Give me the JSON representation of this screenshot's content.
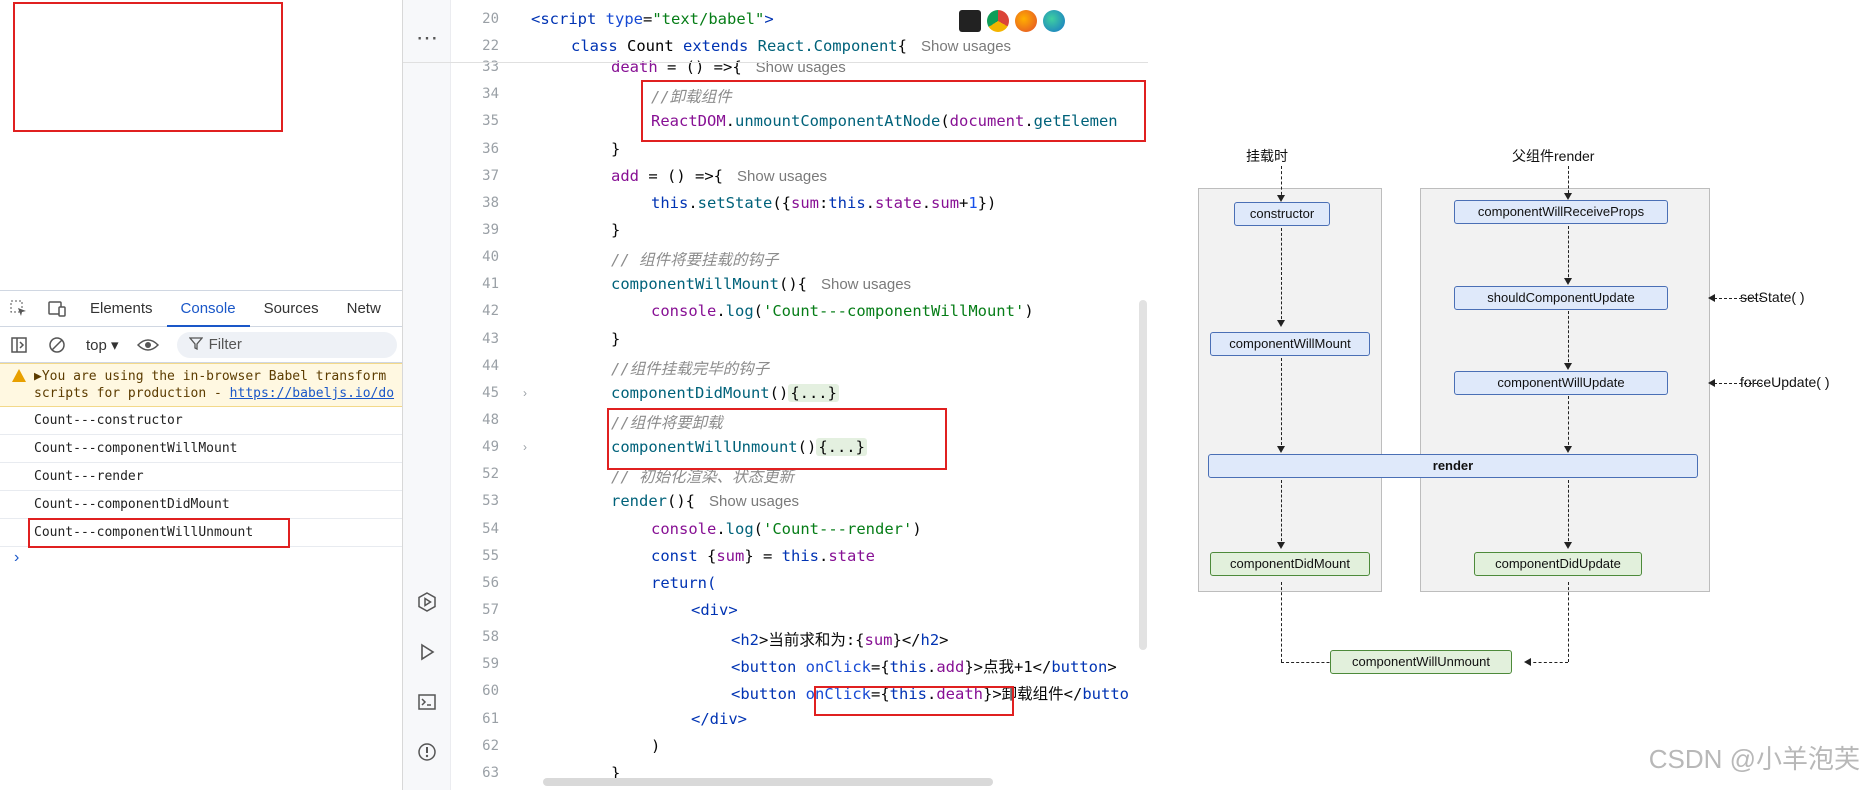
{
  "devtools": {
    "tabs": [
      "Elements",
      "Console",
      "Sources",
      "Netw"
    ],
    "active_tab": "Console",
    "context": "top ▾",
    "filter_placeholder": "Filter",
    "warning_line1": "▶You are using the in-browser Babel transform",
    "warning_line2": "scripts for production - ",
    "warning_link": "https://babeljs.io/do",
    "logs": [
      "Count---constructor",
      "Count---componentWillMount",
      "Count---render",
      "Count---componentDidMount",
      "Count---componentWillUnmount"
    ],
    "prompt": "›"
  },
  "ide": {
    "more": "⋯",
    "line_numbers": [
      "20",
      "22",
      "33",
      "34",
      "35",
      "36",
      "37",
      "38",
      "39",
      "40",
      "41",
      "42",
      "43",
      "44",
      "45",
      "48",
      "49",
      "52",
      "53",
      "54",
      "55",
      "56",
      "57",
      "58",
      "59",
      "60",
      "61",
      "62",
      "63"
    ],
    "show_usages": "Show usages",
    "code": {
      "l20_a": "<script ",
      "l20_b": "type",
      "l20_c": "=",
      "l20_d": "\"text/babel\"",
      "l20_e": ">",
      "l22_a": "class ",
      "l22_b": "Count ",
      "l22_c": "extends ",
      "l22_d": "React.Component",
      "l22_e": "{",
      "l33_a": "death",
      "l33_b": " = () =>{",
      "l34": "//卸载组件",
      "l35_a": "ReactDOM",
      "l35_b": ".",
      "l35_c": "unmountComponentAtNode",
      "l35_d": "(",
      "l35_e": "document",
      "l35_f": ".",
      "l35_g": "getElemen",
      "l36": "}",
      "l37_a": "add",
      "l37_b": " = () =>{",
      "l38_a": "this",
      "l38_b": ".",
      "l38_c": "setState",
      "l38_d": "({",
      "l38_e": "sum",
      "l38_f": ":",
      "l38_g": "this",
      "l38_h": ".",
      "l38_i": "state",
      "l38_j": ".",
      "l38_k": "sum",
      "l38_l": "+",
      "l38_m": "1",
      "l38_n": "})",
      "l39": "}",
      "l40": "// 组件将要挂载的钩子",
      "l41_a": "componentWillMount",
      "l41_b": "(){",
      "l42_a": "console",
      "l42_b": ".",
      "l42_c": "log",
      "l42_d": "(",
      "l42_e": "'Count---componentWillMount'",
      "l42_f": ")",
      "l43": "}",
      "l44": "//组件挂载完毕的钩子",
      "l45_a": "componentDidMount",
      "l45_b": "()",
      "l45_c": "{...}",
      "l48": "//组件将要卸载",
      "l49_a": "componentWillUnmount",
      "l49_b": "()",
      "l49_c": "{...}",
      "l52": "// 初始化渲染、状态更新",
      "l53_a": "render",
      "l53_b": "(){",
      "l54_a": "console",
      "l54_b": ".",
      "l54_c": "log",
      "l54_d": "(",
      "l54_e": "'Count---render'",
      "l54_f": ")",
      "l55_a": "const ",
      "l55_b": "{",
      "l55_c": "sum",
      "l55_d": "} = ",
      "l55_e": "this",
      "l55_f": ".",
      "l55_g": "state",
      "l56": "return(",
      "l57_a": "<div",
      "l57_b": ">",
      "l58_a": "<h2",
      "l58_b": ">当前求和为:{",
      "l58_c": "sum",
      "l58_d": "}</",
      "l58_e": "h2",
      "l58_f": ">",
      "l59_a": "<button ",
      "l59_b": "onClick",
      "l59_c": "={",
      "l59_d": "this",
      "l59_e": ".",
      "l59_f": "add",
      "l59_g": "}>点我+1</",
      "l59_h": "button",
      "l59_i": ">",
      "l60_a": "<button ",
      "l60_b": "onClick",
      "l60_c": "={",
      "l60_d": "this",
      "l60_e": ".",
      "l60_f": "death",
      "l60_g": "}",
      "l60_h": ">卸载组件</",
      "l60_i": "butto",
      "l61_a": "</",
      "l61_b": "div",
      "l61_c": ">",
      "l62": ")",
      "l63": "}"
    }
  },
  "diagram": {
    "label_mount": "挂载时",
    "label_parent_render": "父组件render",
    "constructor": "constructor",
    "componentWillMount": "componentWillMount",
    "componentDidMount": "componentDidMount",
    "componentWillReceiveProps": "componentWillReceiveProps",
    "shouldComponentUpdate": "shouldComponentUpdate",
    "componentWillUpdate": "componentWillUpdate",
    "componentDidUpdate": "componentDidUpdate",
    "render": "render",
    "componentWillUnmount": "componentWillUnmount",
    "setState": "setState( )",
    "forceUpdate": "forceUpdate( )"
  },
  "watermark": "CSDN @小羊泡芙",
  "colors": {
    "highlight_red": "#e02020",
    "devtools_accent": "#1a57c8",
    "node_blue": "#dfe9fa",
    "node_green": "#e2f0dc"
  }
}
